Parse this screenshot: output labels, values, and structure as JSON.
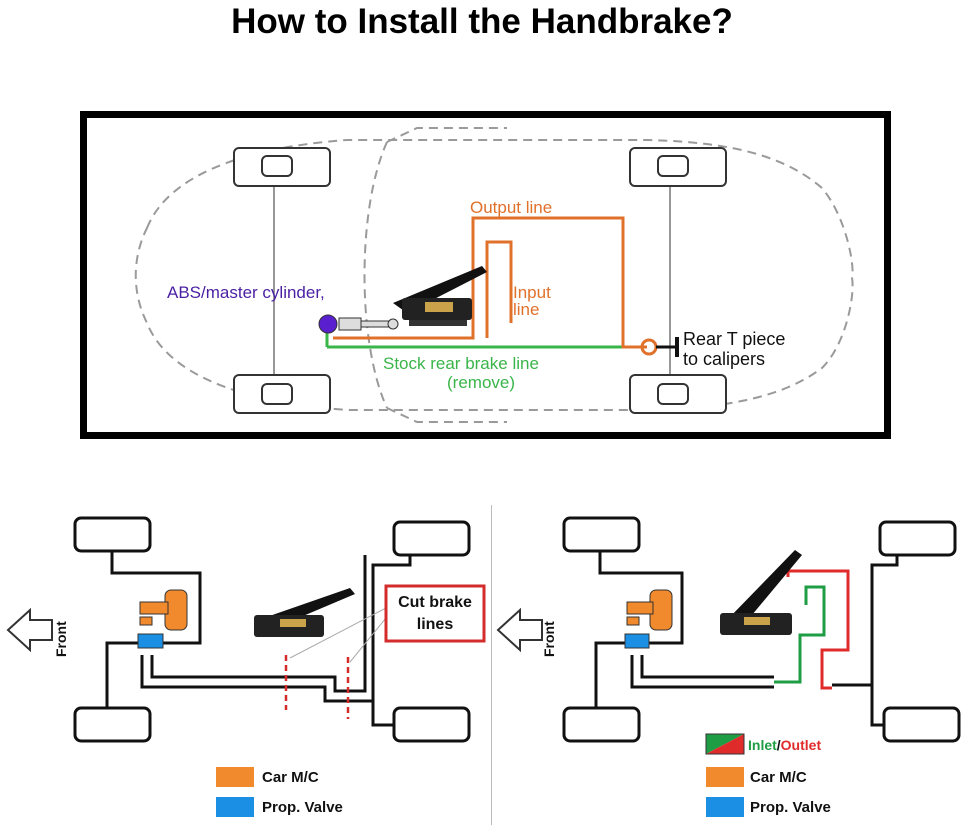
{
  "title": "How to Install the Handbrake?",
  "top_diagram": {
    "labels": {
      "abs_master_cylinder": "ABS/master cylinder,",
      "output_line_label": "Output line",
      "input_line_1": "Input",
      "input_line_2": "line",
      "stock_line_1": "Stock rear brake line",
      "stock_line_2": "(remove)",
      "rear_t_1": "Rear T piece",
      "rear_t_2": "to calipers"
    },
    "colors": {
      "orange": "#e0712b",
      "green": "#3ab54a",
      "purple": "#4b1fa3",
      "dashed": "#9a9a9a"
    }
  },
  "bottom_left": {
    "front_label": "Front",
    "cut_label_1": "Cut brake",
    "cut_label_2": "lines",
    "legend": [
      {
        "label": "Car M/C",
        "color": "#f08a2c"
      },
      {
        "label": "Prop. Valve",
        "color": "#1a8fe3"
      }
    ]
  },
  "bottom_right": {
    "front_label": "Front",
    "legend_inlet": "Inlet",
    "legend_sep": "/",
    "legend_outlet": "Outlet",
    "legend": [
      {
        "label": "Car M/C",
        "color": "#f08a2c"
      },
      {
        "label": "Prop. Valve",
        "color": "#1a8fe3"
      }
    ],
    "colors": {
      "inlet": "#1f9d44",
      "outlet": "#e02b2b"
    }
  }
}
